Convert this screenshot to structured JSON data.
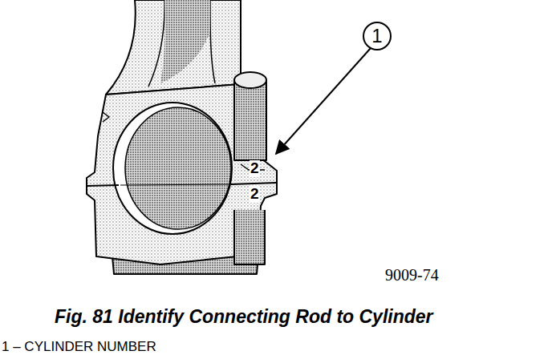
{
  "diagram": {
    "caption": "Fig. 81 Identify Connecting Rod to Cylinder",
    "nodes": [
      {
        "text": [
          "1"
        ]
      }
    ],
    "labels": [
      "2",
      "2",
      "9009-74",
      "1 – CYLINDER NUMBER"
    ]
  }
}
